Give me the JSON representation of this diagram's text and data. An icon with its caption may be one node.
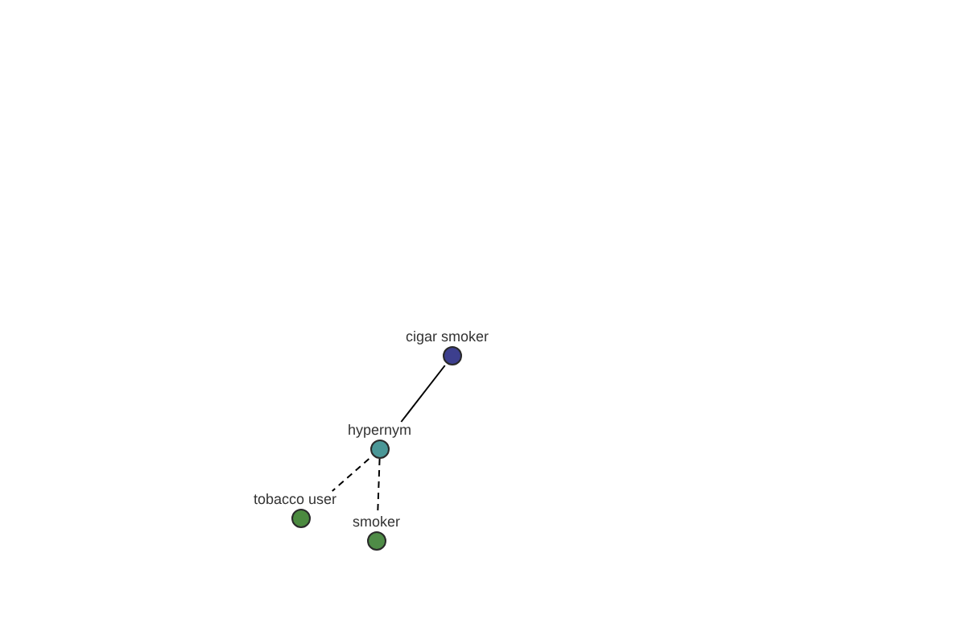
{
  "diagram": {
    "nodes": [
      {
        "text": [
          "cigar smoker"
        ]
      },
      {
        "text": [
          "hypernym"
        ]
      },
      {
        "text": [
          "tobacco user"
        ]
      },
      {
        "text": [
          "smoker"
        ]
      }
    ],
    "edges": [
      {
        "from": 0,
        "to": 1,
        "arrow": "none"
      },
      {
        "from": 1,
        "to": 2,
        "arrow": "none",
        "style": "dashed"
      },
      {
        "from": 1,
        "to": 3,
        "arrow": "none",
        "style": "dashed"
      }
    ]
  }
}
